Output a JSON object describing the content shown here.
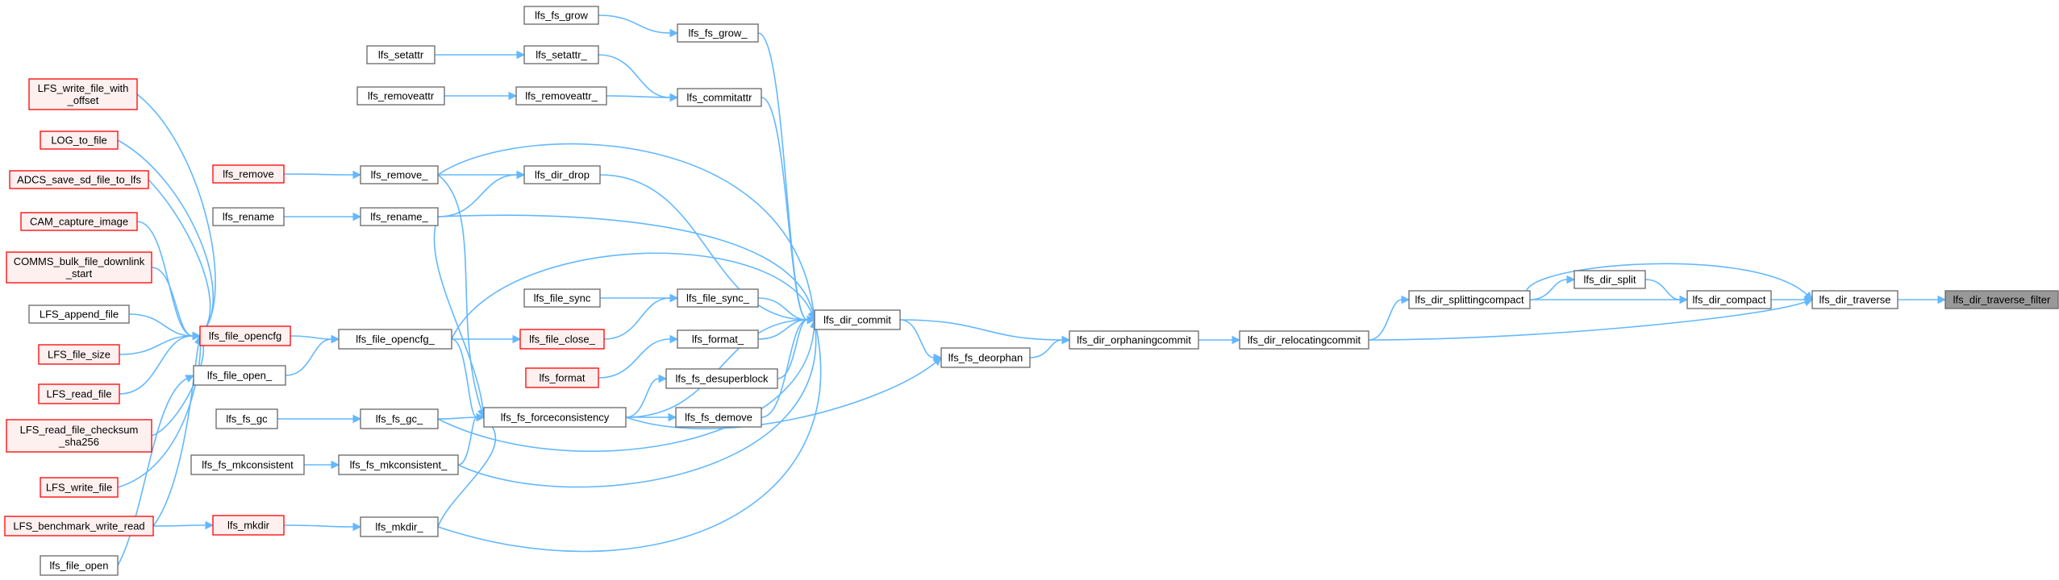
{
  "nodes": {
    "n_filter": {
      "label": [
        "lfs_dir_traverse_filter"
      ],
      "style": "current"
    },
    "n_traverse": {
      "label": [
        "lfs_dir_traverse"
      ],
      "style": "normal"
    },
    "n_compact": {
      "label": [
        "lfs_dir_compact"
      ],
      "style": "normal"
    },
    "n_split": {
      "label": [
        "lfs_dir_split"
      ],
      "style": "normal"
    },
    "n_splitting": {
      "label": [
        "lfs_dir_splittingcompact"
      ],
      "style": "normal"
    },
    "n_relocating": {
      "label": [
        "lfs_dir_relocatingcommit"
      ],
      "style": "normal"
    },
    "n_orphaning": {
      "label": [
        "lfs_dir_orphaningcommit"
      ],
      "style": "normal"
    },
    "n_deorphan": {
      "label": [
        "lfs_fs_deorphan"
      ],
      "style": "normal"
    },
    "n_commit": {
      "label": [
        "lfs_dir_commit"
      ],
      "style": "normal"
    },
    "n_fsgrow_": {
      "label": [
        "lfs_fs_grow_"
      ],
      "style": "normal"
    },
    "n_fsgrow": {
      "label": [
        "lfs_fs_grow"
      ],
      "style": "normal"
    },
    "n_commitattr": {
      "label": [
        "lfs_commitattr"
      ],
      "style": "normal"
    },
    "n_setattr_": {
      "label": [
        "lfs_setattr_"
      ],
      "style": "normal"
    },
    "n_setattr": {
      "label": [
        "lfs_setattr"
      ],
      "style": "normal"
    },
    "n_rmattr_": {
      "label": [
        "lfs_removeattr_"
      ],
      "style": "normal"
    },
    "n_rmattr": {
      "label": [
        "lfs_removeattr"
      ],
      "style": "normal"
    },
    "n_dirdrop": {
      "label": [
        "lfs_dir_drop"
      ],
      "style": "normal"
    },
    "n_remove_": {
      "label": [
        "lfs_remove_"
      ],
      "style": "normal"
    },
    "n_remove": {
      "label": [
        "lfs_remove"
      ],
      "style": "red"
    },
    "n_rename_": {
      "label": [
        "lfs_rename_"
      ],
      "style": "normal"
    },
    "n_rename": {
      "label": [
        "lfs_rename"
      ],
      "style": "normal"
    },
    "n_filesync_": {
      "label": [
        "lfs_file_sync_"
      ],
      "style": "normal"
    },
    "n_filesync": {
      "label": [
        "lfs_file_sync"
      ],
      "style": "normal"
    },
    "n_fileclose_": {
      "label": [
        "lfs_file_close_"
      ],
      "style": "red"
    },
    "n_format_": {
      "label": [
        "lfs_format_"
      ],
      "style": "normal"
    },
    "n_format": {
      "label": [
        "lfs_format"
      ],
      "style": "red"
    },
    "n_desuper": {
      "label": [
        "lfs_fs_desuperblock"
      ],
      "style": "normal"
    },
    "n_demove": {
      "label": [
        "lfs_fs_demove"
      ],
      "style": "normal"
    },
    "n_force": {
      "label": [
        "lfs_fs_forceconsistency"
      ],
      "style": "normal"
    },
    "n_opencfg_": {
      "label": [
        "lfs_file_opencfg_"
      ],
      "style": "normal"
    },
    "n_opencfg": {
      "label": [
        "lfs_file_opencfg"
      ],
      "style": "red"
    },
    "n_fileopen_": {
      "label": [
        "lfs_file_open_"
      ],
      "style": "normal"
    },
    "n_fileopen": {
      "label": [
        "lfs_file_open"
      ],
      "style": "normal"
    },
    "n_gc_": {
      "label": [
        "lfs_fs_gc_"
      ],
      "style": "normal"
    },
    "n_gc": {
      "label": [
        "lfs_fs_gc"
      ],
      "style": "normal"
    },
    "n_mkcons_": {
      "label": [
        "lfs_fs_mkconsistent_"
      ],
      "style": "normal"
    },
    "n_mkcons": {
      "label": [
        "lfs_fs_mkconsistent"
      ],
      "style": "normal"
    },
    "n_mkdir_": {
      "label": [
        "lfs_mkdir_"
      ],
      "style": "normal"
    },
    "n_mkdir": {
      "label": [
        "lfs_mkdir"
      ],
      "style": "red"
    },
    "n_lfswrite_off": {
      "label": [
        "LFS_write_file_with",
        "_offset"
      ],
      "style": "red"
    },
    "n_logtofile": {
      "label": [
        "LOG_to_file"
      ],
      "style": "red"
    },
    "n_adcs": {
      "label": [
        "ADCS_save_sd_file_to_lfs"
      ],
      "style": "red"
    },
    "n_cam": {
      "label": [
        "CAM_capture_image"
      ],
      "style": "red"
    },
    "n_comms": {
      "label": [
        "COMMS_bulk_file_downlink",
        "_start"
      ],
      "style": "red"
    },
    "n_append": {
      "label": [
        "LFS_append_file"
      ],
      "style": "normal"
    },
    "n_filesize": {
      "label": [
        "LFS_file_size"
      ],
      "style": "red"
    },
    "n_readfile": {
      "label": [
        "LFS_read_file"
      ],
      "style": "red"
    },
    "n_readsha": {
      "label": [
        "LFS_read_file_checksum",
        "_sha256"
      ],
      "style": "red"
    },
    "n_writefile": {
      "label": [
        "LFS_write_file"
      ],
      "style": "red"
    },
    "n_bench": {
      "label": [
        "LFS_benchmark_write_read"
      ],
      "style": "red"
    }
  },
  "edges": [
    [
      "n_traverse",
      "n_filter"
    ],
    [
      "n_compact",
      "n_traverse"
    ],
    [
      "n_splitting",
      "n_traverse"
    ],
    [
      "n_relocating",
      "n_traverse"
    ],
    [
      "n_split",
      "n_compact"
    ],
    [
      "n_splitting",
      "n_compact"
    ],
    [
      "n_splitting",
      "n_split"
    ],
    [
      "n_relocating",
      "n_splitting"
    ],
    [
      "n_orphaning",
      "n_relocating"
    ],
    [
      "n_deorphan",
      "n_orphaning"
    ],
    [
      "n_commit",
      "n_orphaning"
    ],
    [
      "n_commit",
      "n_deorphan"
    ],
    [
      "n_fsgrow_",
      "n_commit"
    ],
    [
      "n_commitattr",
      "n_commit"
    ],
    [
      "n_dirdrop",
      "n_commit"
    ],
    [
      "n_remove_",
      "n_commit"
    ],
    [
      "n_rename_",
      "n_commit"
    ],
    [
      "n_filesync_",
      "n_commit"
    ],
    [
      "n_format_",
      "n_commit"
    ],
    [
      "n_desuper",
      "n_commit"
    ],
    [
      "n_demove",
      "n_commit"
    ],
    [
      "n_opencfg_",
      "n_commit"
    ],
    [
      "n_force",
      "n_commit"
    ],
    [
      "n_gc_",
      "n_commit"
    ],
    [
      "n_mkcons_",
      "n_commit"
    ],
    [
      "n_mkdir_",
      "n_commit"
    ],
    [
      "n_fsgrow",
      "n_fsgrow_"
    ],
    [
      "n_setattr_",
      "n_commitattr"
    ],
    [
      "n_rmattr_",
      "n_commitattr"
    ],
    [
      "n_setattr",
      "n_setattr_"
    ],
    [
      "n_rmattr",
      "n_rmattr_"
    ],
    [
      "n_remove_",
      "n_dirdrop"
    ],
    [
      "n_rename_",
      "n_dirdrop"
    ],
    [
      "n_remove",
      "n_remove_"
    ],
    [
      "n_rename",
      "n_rename_"
    ],
    [
      "n_filesync",
      "n_filesync_"
    ],
    [
      "n_fileclose_",
      "n_filesync_"
    ],
    [
      "n_format",
      "n_format_"
    ],
    [
      "n_force",
      "n_desuper"
    ],
    [
      "n_force",
      "n_demove"
    ],
    [
      "n_force",
      "n_deorphan"
    ],
    [
      "n_remove_",
      "n_force"
    ],
    [
      "n_rename_",
      "n_force"
    ],
    [
      "n_opencfg_",
      "n_force"
    ],
    [
      "n_gc_",
      "n_force"
    ],
    [
      "n_mkcons_",
      "n_force"
    ],
    [
      "n_mkdir_",
      "n_force"
    ],
    [
      "n_opencfg_",
      "n_fileclose_"
    ],
    [
      "n_opencfg",
      "n_opencfg_"
    ],
    [
      "n_fileopen_",
      "n_opencfg_"
    ],
    [
      "n_fileopen",
      "n_fileopen_"
    ],
    [
      "n_gc",
      "n_gc_"
    ],
    [
      "n_mkcons",
      "n_mkcons_"
    ],
    [
      "n_mkdir",
      "n_mkdir_"
    ],
    [
      "n_lfswrite_off",
      "n_opencfg"
    ],
    [
      "n_logtofile",
      "n_opencfg"
    ],
    [
      "n_adcs",
      "n_opencfg"
    ],
    [
      "n_cam",
      "n_opencfg"
    ],
    [
      "n_comms",
      "n_opencfg"
    ],
    [
      "n_append",
      "n_opencfg"
    ],
    [
      "n_filesize",
      "n_opencfg"
    ],
    [
      "n_readfile",
      "n_opencfg"
    ],
    [
      "n_readsha",
      "n_opencfg"
    ],
    [
      "n_writefile",
      "n_opencfg"
    ],
    [
      "n_bench",
      "n_opencfg"
    ],
    [
      "n_bench",
      "n_mkdir"
    ]
  ],
  "colors": {
    "edge": "#63b8ff",
    "normal_fill": "#ffffff",
    "normal_stroke": "#666666",
    "red_fill": "#fff0f0",
    "red_stroke": "#ff0000",
    "current_fill": "#999999",
    "current_stroke": "#666666",
    "text": "#000000"
  }
}
